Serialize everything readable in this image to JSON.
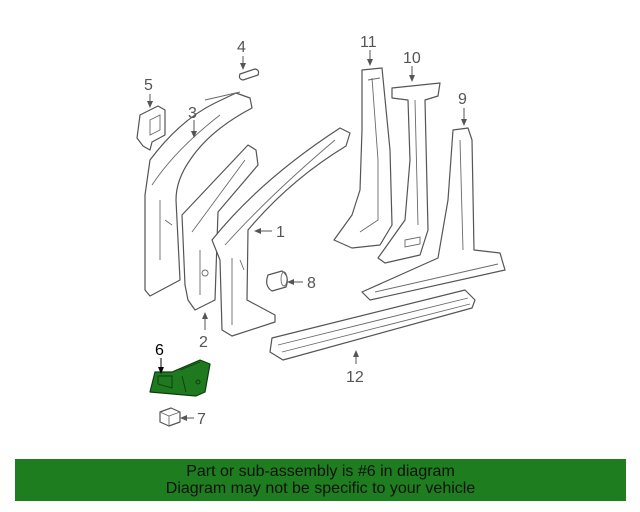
{
  "diagram": {
    "callouts": [
      {
        "id": "1",
        "label": "1"
      },
      {
        "id": "2",
        "label": "2"
      },
      {
        "id": "3",
        "label": "3"
      },
      {
        "id": "4",
        "label": "4"
      },
      {
        "id": "5",
        "label": "5"
      },
      {
        "id": "6",
        "label": "6"
      },
      {
        "id": "7",
        "label": "7"
      },
      {
        "id": "8",
        "label": "8"
      },
      {
        "id": "9",
        "label": "9"
      },
      {
        "id": "10",
        "label": "10"
      },
      {
        "id": "11",
        "label": "11"
      },
      {
        "id": "12",
        "label": "12"
      }
    ],
    "highlighted_part": "6",
    "highlight_color": "#1f7a1f"
  },
  "banner": {
    "line1": "Part or sub-assembly is #6 in diagram",
    "line2": "Diagram may not be specific to your vehicle",
    "background": "#1e7d1e"
  }
}
